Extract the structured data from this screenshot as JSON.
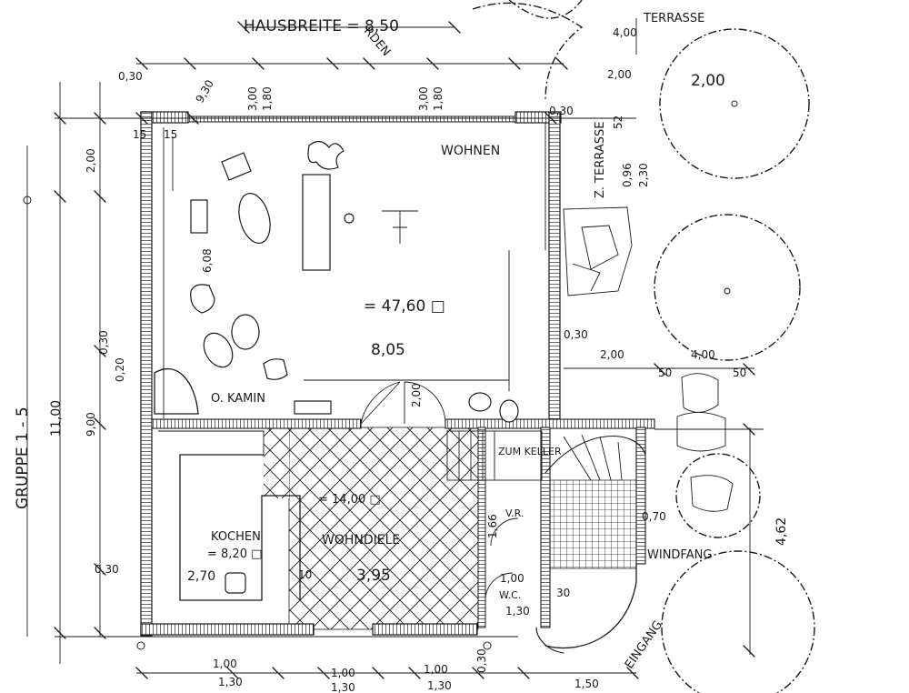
{
  "plan": {
    "header_fragment": "RDEN",
    "house_width": "HAUSBREITE = 8,50",
    "group": "GRUPPE 1 - 5",
    "rooms": {
      "living": "WOHNEN",
      "living_area": "= 47,60 □",
      "living_width": "8,05",
      "fireplace": "O. KAMIN",
      "kitchen": "KOCHEN",
      "kitchen_area": "= 8,20 □",
      "kitchen_dim": "2,70",
      "hall": "WOHNDIELE",
      "hall_area": "= 14,00 □",
      "hall_dim": "3,95",
      "cellar": "ZUM KELLER",
      "storage": "V.R.",
      "wc": "W.C.",
      "vestibule": "WINDFANG",
      "entrance": "EINGANG",
      "terrace": "TERRASSE",
      "terrace_side": "Z. TERRASSE"
    },
    "dimensions": {
      "d_400_top": "4,00",
      "d_200_tree": "2,00",
      "d_030_a": "0,30",
      "d_200_mid": "2,00",
      "d_400_mid": "4,00",
      "d_50_l": "50",
      "d_50_r": "50",
      "d_070": "0,70",
      "d_462": "4,62",
      "d_1100": "11,00",
      "d_900": "9,00",
      "d_200_left": "2,00",
      "d_030_left": "0,30",
      "d_030_bl": "0,30",
      "d_100_b1": "1,00",
      "d_130_b1": "1,30",
      "d_100_b2": "1,00",
      "d_130_b2": "1,30",
      "d_100_b3": "1,00",
      "d_130_b3": "1,30",
      "d_030_b4": "0,30",
      "d_150": "1,50",
      "d_300_a": "3,00",
      "d_180_a": "1,80",
      "d_300_b": "3,00",
      "d_180_b": "1,80",
      "d_930": "9,30",
      "d_030_top": "0,30",
      "d_15": "15",
      "d_15b": "15",
      "d_608": "6,08",
      "d_020_k": "0,20",
      "d_130_wc": "1,30",
      "d_030_wc": "30",
      "d_100_wc": "1,00",
      "d_166": "1,66",
      "d_10": "10",
      "d_200_door": "2,00",
      "d_096": "0,96",
      "d_230": "2,30",
      "d_52": "52",
      "d_030_t": "0,30"
    }
  }
}
